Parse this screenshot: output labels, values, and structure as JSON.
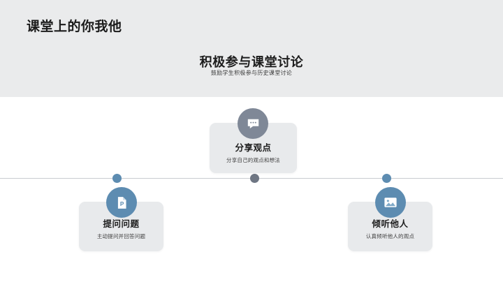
{
  "slide": {
    "page_title": "课堂上的你我他",
    "section_heading": "积极参与课堂讨论",
    "section_subheading": "鼓励学生积极参与历史课堂讨论"
  },
  "colors": {
    "header_band": "#eaebec",
    "card_bg": "#e8eaec",
    "accent_blue": "#5d8cb1",
    "accent_gray": "#7f8897",
    "dot_center": "#6e7683",
    "timeline_line": "#c9ccd0",
    "title_text": "#1b1b1b"
  },
  "timeline": {
    "dots": [
      {
        "name": "dot-ask",
        "color": "#5d8cb1"
      },
      {
        "name": "dot-share",
        "color": "#6e7683"
      },
      {
        "name": "dot-listen",
        "color": "#5d8cb1"
      }
    ]
  },
  "nodes": [
    {
      "id": "share",
      "title": "分享观点",
      "desc": "分享自己的观点和想法",
      "icon": "speech-bubble-icon",
      "icon_color": "#7f8897",
      "position": "above-line"
    },
    {
      "id": "ask",
      "title": "提问问题",
      "desc": "主动提问并回答问题",
      "icon": "document-p-icon",
      "icon_color": "#5d8cb1",
      "position": "below-line"
    },
    {
      "id": "listen",
      "title": "倾听他人",
      "desc": "认真倾听他人的观点",
      "icon": "image-picture-icon",
      "icon_color": "#5d8cb1",
      "position": "below-line"
    }
  ]
}
